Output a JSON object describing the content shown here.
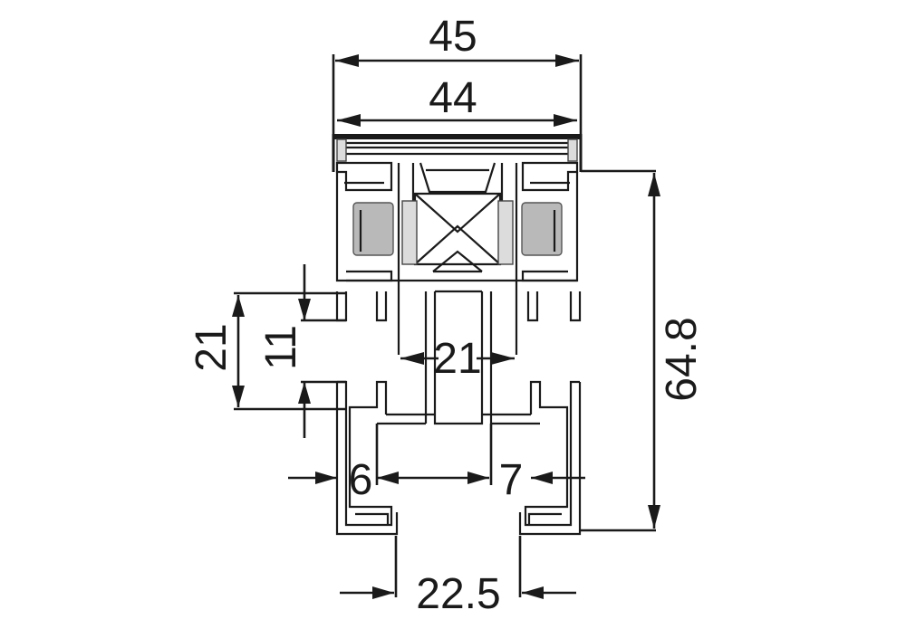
{
  "dimensions": {
    "overall_width": "45",
    "glass_width": "44",
    "profile_height": "64.8",
    "height_outer": "21",
    "height_inner": "11",
    "center_gap": "21",
    "left_offset": "6",
    "right_offset": "7",
    "bottom_width": "22.5"
  },
  "colors": {
    "line": "#1a1a1a",
    "fill_gasket": "#b9b9b9"
  }
}
